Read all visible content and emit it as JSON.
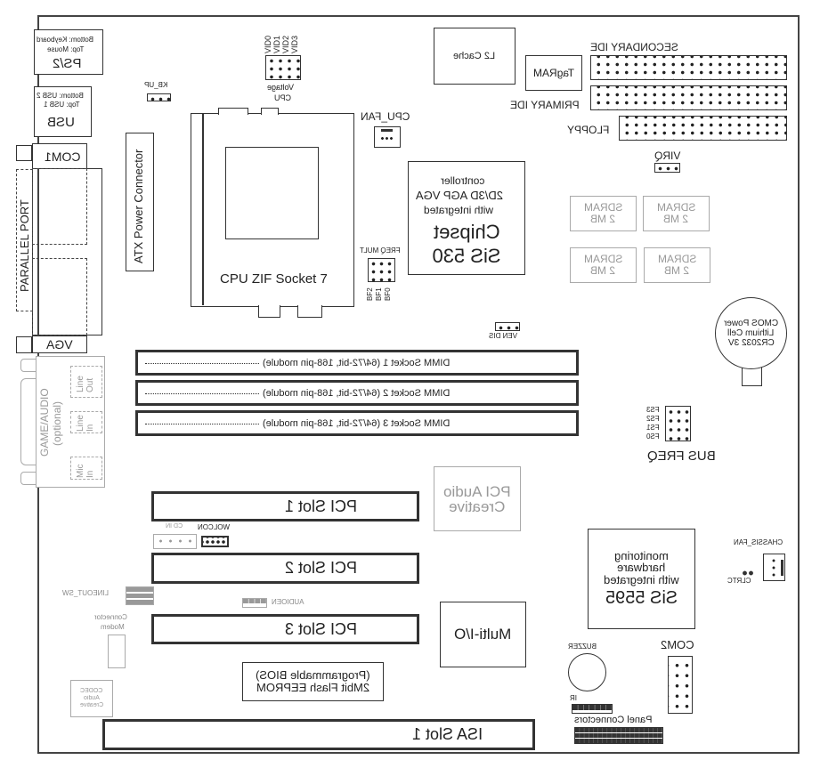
{
  "labels": {
    "ps2": "PS/2",
    "ps2_sub1": "Top: Mouse",
    "ps2_sub2": "Bottom: Keyboard",
    "usb": "USB",
    "usb_sub1": "Top: USB 1",
    "usb_sub2": "Bottom: USB 2",
    "com1": "COM1",
    "parallel": "PARALLEL PORT",
    "vga": "VGA",
    "game_audio": "GAME/AUDIO",
    "game_optional": "(optional)",
    "line_out_1": "Line",
    "line_out_2": "Out",
    "line_in_1": "Line",
    "line_in_2": "In",
    "mic_in_1": "Mic",
    "mic_in_2": "In",
    "atx": "ATX Power Connector",
    "kb_up": "KB_UP",
    "vid": [
      "VID0",
      "VID1",
      "VID2",
      "VID3"
    ],
    "cpu_voltage_1": "CPU",
    "cpu_voltage_2": "Voltage",
    "cpu_socket": "CPU ZIF Socket 7",
    "cpu_fan": "CPU_FAN",
    "freq_mult": "FREQ MULT",
    "bf": [
      "BF2",
      "BF1",
      "BF0"
    ],
    "chipset_1": "SiS 530",
    "chipset_2": "Chipset",
    "chipset_3": "with integrated",
    "chipset_4": "2D/3D AGP VGA",
    "chipset_5": "controller",
    "l2": "L2 Cache",
    "tagram": "TagRAM",
    "secondary_ide": "SECONDARY IDE",
    "primary_ide": "PRIMARY IDE",
    "floppy": "FLOPPY",
    "virq": "VIRQ",
    "sdram_1": "2 MB",
    "sdram_2": "SDRAM",
    "battery_1": "CR2032 3V",
    "battery_2": "Lithium Cell",
    "battery_3": "CMOS Power",
    "ven_dis": "VEN  DIS",
    "dimm": [
      "DIMM Socket 1 (64/72-bit, 168-pin module)",
      "DIMM Socket 2 (64/72-bit, 168-pin module)",
      "DIMM Socket 3 (64/72-bit, 168-pin module)"
    ],
    "fs": [
      "FS3",
      "FS2",
      "FS1",
      "FS0"
    ],
    "bus_freq": "BUS FREQ",
    "creative_pci_1": "Creative",
    "creative_pci_2": "PCI Audio",
    "pci": [
      "PCI Slot 1",
      "PCI Slot 2",
      "PCI Slot 3"
    ],
    "wolcon": "WOLCON",
    "cd_in": "CD IN",
    "lineout_sw": "LINEOUT_SW",
    "audioen": "AUDIOEN",
    "modem_1": "Modem",
    "modem_2": "Connector",
    "codec_1": "Creative",
    "codec_2": "Audio",
    "codec_3": "CODEC",
    "bios_1": "2Mbit Flash EEPROM",
    "bios_2": "(Programmable BIOS)",
    "isa": "ISA Slot 1",
    "multi_io": "Multi-I/O",
    "sis5595_1": "SiS 5595",
    "sis5595_2": "with integrated",
    "sis5595_3": "hardware",
    "sis5595_4": "monitoring",
    "chassis_fan": "CHASSIS_FAN",
    "clrtc": "CLRTC",
    "com2": "COM2",
    "buzzer": "BUZZER",
    "ir": "IR",
    "panel": "Panel Connectors"
  }
}
